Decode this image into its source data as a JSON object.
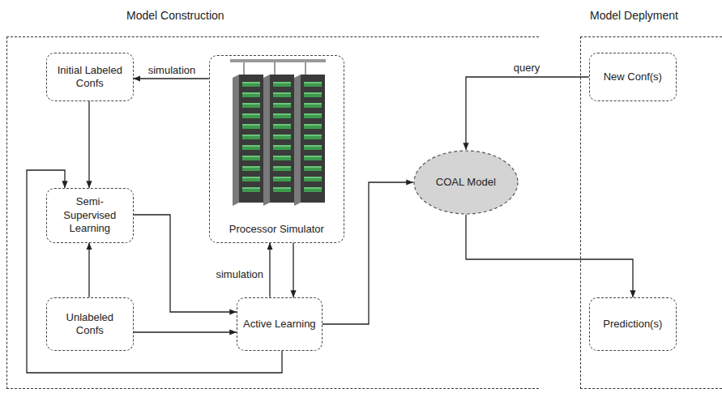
{
  "diagram": {
    "nodes": [
      {
        "text": [
          "Model Construction"
        ]
      },
      {
        "text": [
          "Initial Labeled Confs"
        ],
        "in": 0
      },
      {
        "text": [
          "Processor Simulator"
        ],
        "in": 0
      },
      {
        "text": [
          "Semi-Supervised Learning"
        ],
        "in": 0
      },
      {
        "text": [
          "Unlabeled Confs"
        ],
        "in": 0
      },
      {
        "text": [
          "Active Learning"
        ],
        "in": 0
      },
      {
        "text": [
          "COAL Model"
        ],
        "in": 0
      },
      {
        "text": [
          "Model Deplyment"
        ]
      },
      {
        "text": [
          "New Conf(s)"
        ],
        "in": 7
      },
      {
        "text": [
          "Prediction(s)"
        ],
        "in": 7
      }
    ],
    "edges": [
      {
        "from": 2,
        "to": 1,
        "arrow": "to",
        "label": "simulation"
      },
      {
        "from": 1,
        "to": 3,
        "arrow": "to"
      },
      {
        "from": 4,
        "to": 3,
        "arrow": "to"
      },
      {
        "from": 3,
        "to": 5,
        "arrow": "to"
      },
      {
        "from": 4,
        "to": 5,
        "arrow": "to"
      },
      {
        "from": 5,
        "to": 2,
        "arrow": "to",
        "label": "simulation"
      },
      {
        "from": 2,
        "to": 5,
        "arrow": "to"
      },
      {
        "from": 5,
        "to": 3,
        "arrow": "to"
      },
      {
        "from": 5,
        "to": 6,
        "arrow": "to"
      },
      {
        "from": 8,
        "to": 6,
        "arrow": "to",
        "label": "query"
      },
      {
        "from": 6,
        "to": 9,
        "arrow": "to"
      }
    ]
  }
}
